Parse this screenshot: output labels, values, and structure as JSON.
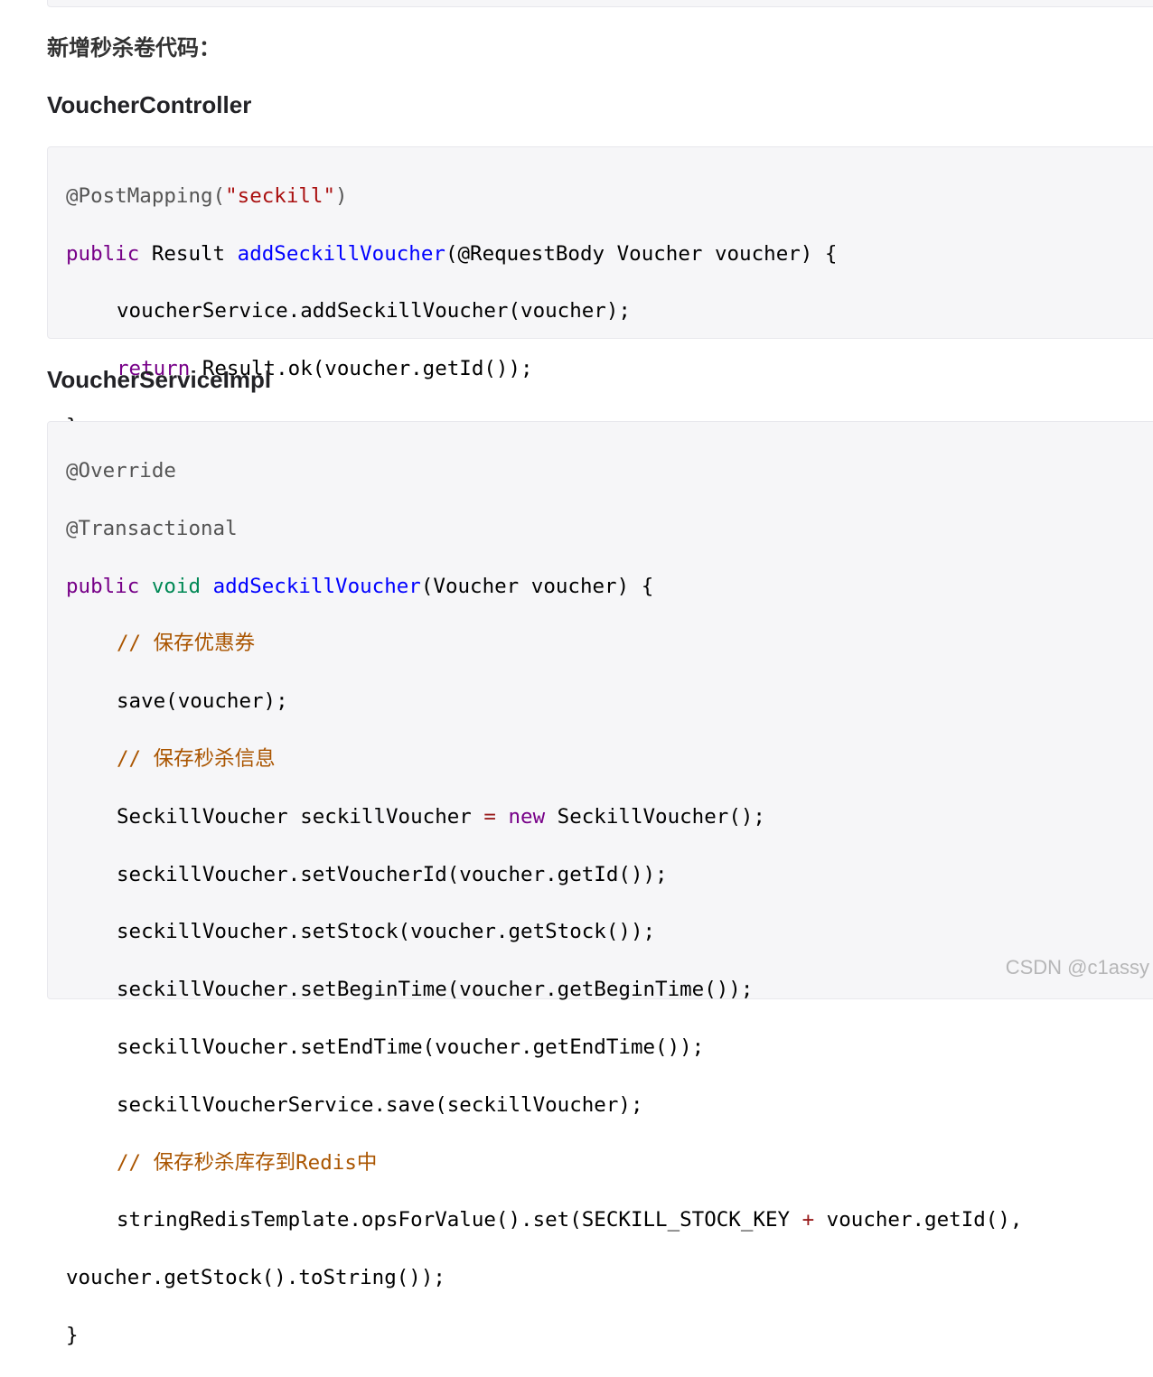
{
  "section_title": "新增秒杀卷代码：",
  "controller": {
    "heading": "VoucherController",
    "code": {
      "l1_anno": "@PostMapping(",
      "l1_str": "\"seckill\"",
      "l1_close": ")",
      "l2_kw": "public",
      "l2_type": " Result ",
      "l2_fn": "addSeckillVoucher",
      "l2_rest": "(@RequestBody Voucher voucher) {",
      "l3": "voucherService.addSeckillVoucher(voucher);",
      "l4_kw": "return",
      "l4_rest": " Result.ok(voucher.getId());",
      "l5": "}"
    }
  },
  "service": {
    "heading": "VoucherServiceImpl",
    "code": {
      "l1": "@Override",
      "l2": "@Transactional",
      "l3_kw": "public",
      "l3_type": "void",
      "l3_fn": "addSeckillVoucher",
      "l3_rest": "(Voucher voucher) {",
      "l4_cmt": "// 保存优惠券",
      "l5": "save(voucher);",
      "l6_cmt": "// 保存秒杀信息",
      "l7_a": "SeckillVoucher seckillVoucher ",
      "l7_op": "=",
      "l7_kw": "new",
      "l7_b": " SeckillVoucher();",
      "l8": "seckillVoucher.setVoucherId(voucher.getId());",
      "l9": "seckillVoucher.setStock(voucher.getStock());",
      "l10": "seckillVoucher.setBeginTime(voucher.getBeginTime());",
      "l11": "seckillVoucher.setEndTime(voucher.getEndTime());",
      "l12": "seckillVoucherService.save(seckillVoucher);",
      "l13_cmt": "// 保存秒杀库存到Redis中",
      "l14_a": "stringRedisTemplate.opsForValue().set(SECKILL_STOCK_KEY ",
      "l14_op": "+",
      "l14_b": " voucher.getId(),",
      "l15": "voucher.getStock().toString());",
      "l16": "}"
    }
  },
  "watermark": "CSDN @c1assy"
}
